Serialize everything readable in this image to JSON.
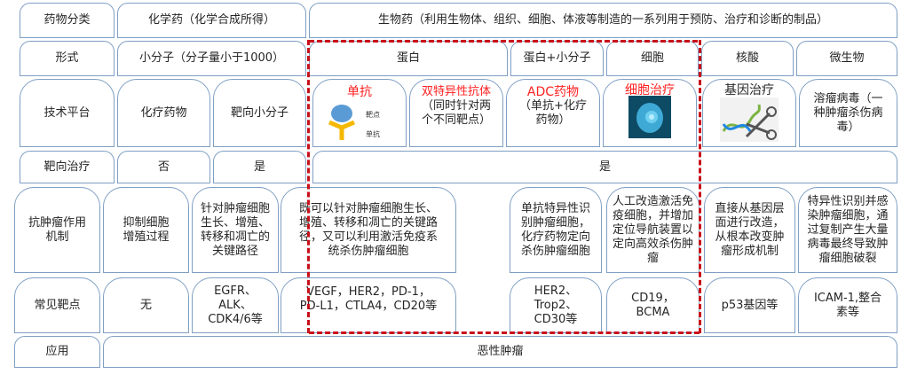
{
  "rows": {
    "classification": {
      "label": "药物分类",
      "chemical": "化学药（化学合成所得）",
      "biological": "生物药（利用生物体、组织、细胞、体液等制造的一系列用于预防、治疗和诊断的制品）"
    },
    "form": {
      "label": "形式",
      "small_molecule": "小分子（分子量小于1000）",
      "protein": "蛋白",
      "protein_small": "蛋白+小分子",
      "cell": "细胞",
      "nucleic_acid": "核酸",
      "microbe": "微生物"
    },
    "platform": {
      "label": "技术平台",
      "chemo": "化疗药物",
      "targeted_small": "靶向小分子",
      "mab": {
        "title": "单抗",
        "target_label": "靶点",
        "antibody_label": "单抗"
      },
      "bispecific": {
        "title": "双特异性抗体",
        "desc": "（同时针对两个不同靶点）"
      },
      "adc": {
        "title": "ADC药物",
        "desc": "（单抗+化疗药物）"
      },
      "cell_therapy": {
        "title": "细胞治疗"
      },
      "gene_therapy": {
        "title": "基因治疗"
      },
      "oncolytic": "溶瘤病毒（一种肿瘤杀伤病毒）"
    },
    "targeted": {
      "label": "靶向治疗",
      "chemo": "否",
      "small": "是",
      "bio": "是"
    },
    "mechanism": {
      "label": "抗肿瘤作用机制",
      "chemo": "抑制细胞增殖过程",
      "small": "针对肿瘤细胞生长、增殖、转移和凋亡的关键路径",
      "protein": "既可以针对肿瘤细胞生长、增殖、转移和凋亡的关键路径，又可以利用激活免疫系统杀伤肿瘤细胞",
      "adc": "单抗特异性识别肿瘤细胞，化疗药物定向杀伤肿瘤细胞",
      "cell": "人工改造激活免疫细胞，并增加定位导航装置以定向高效杀伤肿瘤",
      "gene": "直接从基因层面进行改造，从根本改变肿瘤形成机制",
      "virus": "特异性识别并感染肿瘤细胞，通过复制产生大量病毒最终导致肿瘤细胞破裂"
    },
    "targets": {
      "label": "常见靶点",
      "chemo": "无",
      "small": "EGFR、ALK、CDK4/6等",
      "protein": "VEGF，HER2，PD-1，PD-L1，CTLA4，CD20等",
      "adc": "HER2、Trop2、CD30等",
      "cell": "CD19，BCMA",
      "gene": "p53基因等",
      "virus": "ICAM-1,整合素等"
    },
    "application": {
      "label": "应用",
      "value": "恶性肿瘤"
    }
  },
  "colors": {
    "border": "#7f9fc3",
    "highlight_dash": "#c8101a",
    "red_text": "#ff2020"
  }
}
